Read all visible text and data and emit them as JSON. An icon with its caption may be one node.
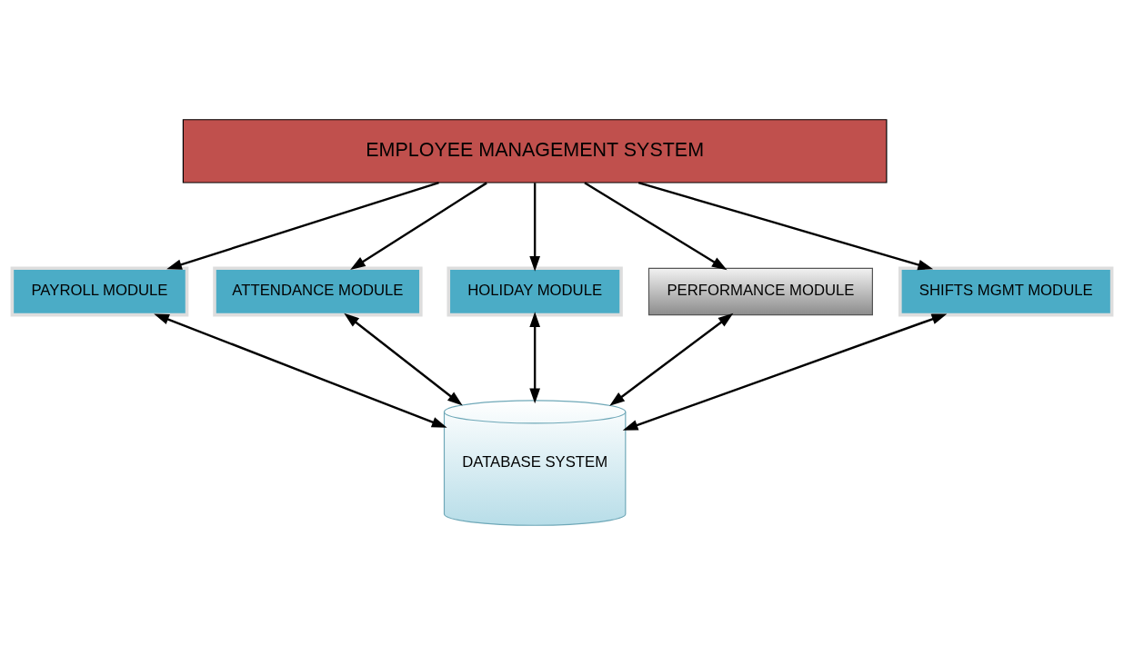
{
  "diagram": {
    "nodes": [
      {
        "text": [
          "EMPLOYEE MANAGEMENT SYSTEM"
        ]
      },
      {
        "text": [
          "PAYROLL MODULE"
        ]
      },
      {
        "text": [
          "ATTENDANCE MODULE"
        ]
      },
      {
        "text": [
          "HOLIDAY MODULE"
        ]
      },
      {
        "text": [
          "PERFORMANCE MODULE"
        ]
      },
      {
        "text": [
          "SHIFTS MGMT MODULE"
        ]
      },
      {
        "text": [
          "DATABASE SYSTEM"
        ]
      }
    ],
    "edges": [
      {
        "from": 0,
        "to": 1,
        "arrow": "to"
      },
      {
        "from": 0,
        "to": 2,
        "arrow": "to"
      },
      {
        "from": 0,
        "to": 3,
        "arrow": "to"
      },
      {
        "from": 0,
        "to": 4,
        "arrow": "to"
      },
      {
        "from": 0,
        "to": 5,
        "arrow": "to"
      },
      {
        "from": 1,
        "to": 6,
        "arrow": "both"
      },
      {
        "from": 2,
        "to": 6,
        "arrow": "both"
      },
      {
        "from": 3,
        "to": 6,
        "arrow": "both"
      },
      {
        "from": 4,
        "to": 6,
        "arrow": "both"
      },
      {
        "from": 5,
        "to": 6,
        "arrow": "both"
      }
    ]
  }
}
